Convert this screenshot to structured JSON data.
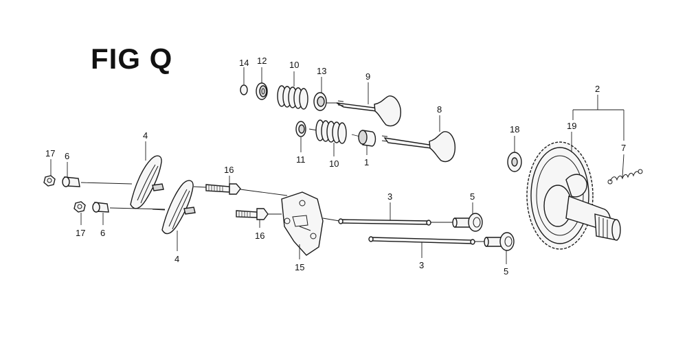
{
  "figure": {
    "title": "FIG Q"
  },
  "callouts": {
    "c14": "14",
    "c12": "12",
    "c10a": "10",
    "c13": "13",
    "c9": "9",
    "c8": "8",
    "c11": "11",
    "c10b": "10",
    "c1": "1",
    "c18": "18",
    "c2": "2",
    "c19": "19",
    "c7": "7",
    "c17a": "17",
    "c6a": "6",
    "c4a": "4",
    "c16a": "16",
    "c17b": "17",
    "c6b": "6",
    "c16b": "16",
    "c4b": "4",
    "c15": "15",
    "c3a": "3",
    "c3b": "3",
    "c5a": "5",
    "c5b": "5"
  }
}
